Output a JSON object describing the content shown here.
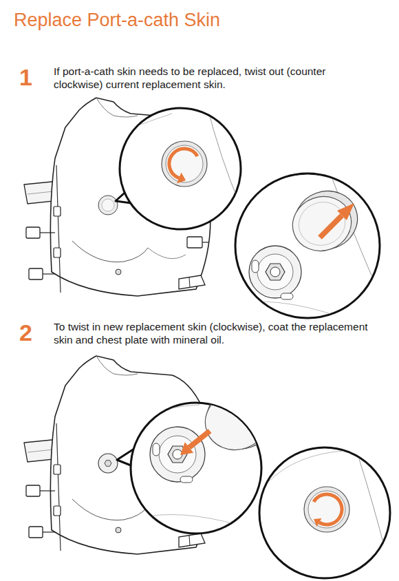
{
  "diagram": {
    "title": "Replace Port-a-cath Skin",
    "labels": [
      "1",
      "If port-a-cath skin needs to be replaced, twist out (counter clockwise) current replacement skin.",
      "2",
      "To twist in new replacement skin (clockwise), coat the replacement skin and chest plate with mineral oil."
    ]
  }
}
